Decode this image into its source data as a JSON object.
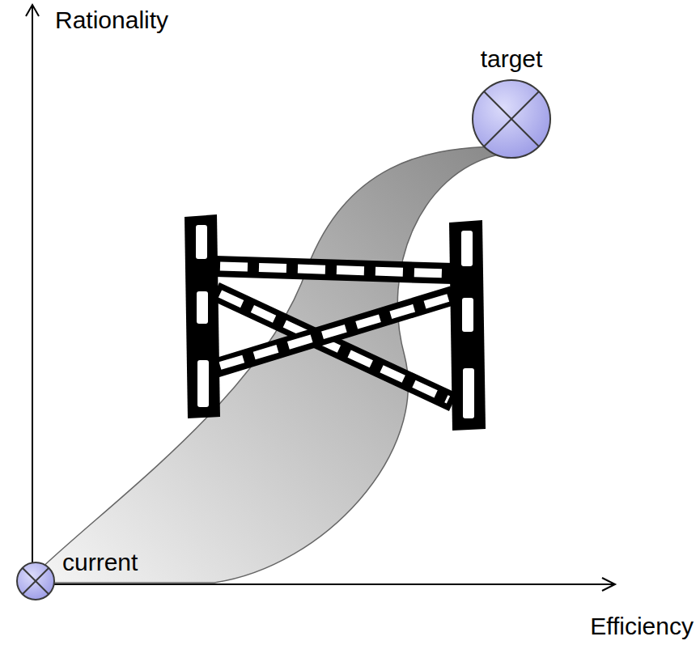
{
  "diagram": {
    "nodes": [
      {
        "text": [
          "target"
        ]
      },
      {
        "text": [
          "current"
        ]
      }
    ],
    "edges": [
      {
        "from": 1,
        "to": 0,
        "arrow": "none"
      }
    ],
    "labels": [
      "Rationality",
      "Efficiency"
    ]
  }
}
